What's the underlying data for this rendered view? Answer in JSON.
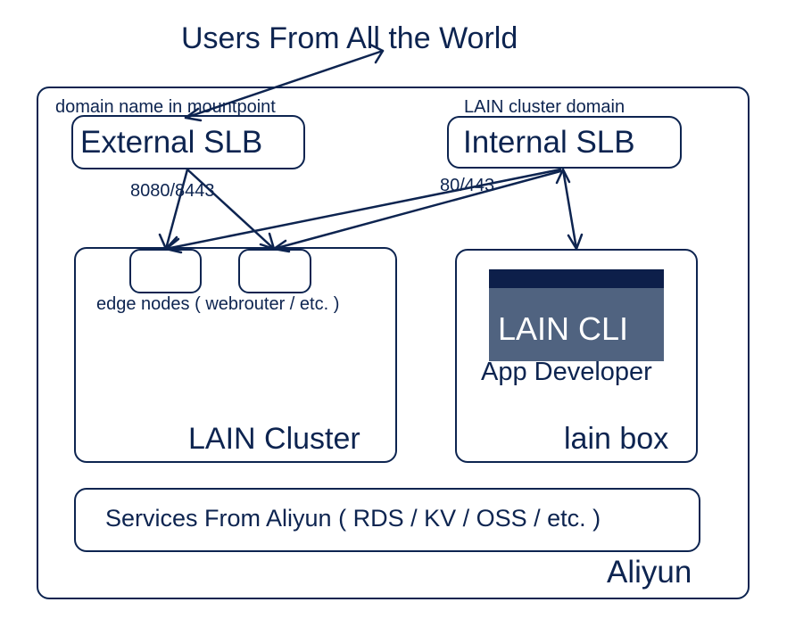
{
  "diagram": {
    "title": "Users From All the World",
    "colors": {
      "stroke": "#0d2450",
      "cli_fill": "#506380",
      "cli_bar": "#0d1f4a",
      "cli_text": "#ffffff"
    },
    "aliyun": {
      "label": "Aliyun"
    },
    "external_slb": {
      "label": "External SLB",
      "annotation": "domain name in mountpoint",
      "ports": "8080/8443"
    },
    "internal_slb": {
      "label": "Internal SLB",
      "annotation": "LAIN cluster domain",
      "ports": "80/443"
    },
    "lain_cluster": {
      "label": "LAIN Cluster",
      "edge_nodes_label": "edge nodes ( webrouter / etc. )"
    },
    "lain_box": {
      "label": "lain box",
      "cli_label": "LAIN CLI",
      "developer_label": "App Developer"
    },
    "services": {
      "label": "Services From Aliyun ( RDS / KV / OSS / etc. )"
    },
    "connections": [
      {
        "from": "Users From All the World",
        "to": "External SLB",
        "direction": "bidirectional"
      },
      {
        "from": "External SLB",
        "to": "edge node 1",
        "direction": "forward"
      },
      {
        "from": "External SLB",
        "to": "edge node 2",
        "direction": "forward"
      },
      {
        "from": "Internal SLB",
        "to": "edge node 1",
        "direction": "forward"
      },
      {
        "from": "Internal SLB",
        "to": "edge node 2",
        "direction": "forward"
      },
      {
        "from": "Internal SLB",
        "to": "lain box",
        "direction": "bidirectional"
      }
    ]
  }
}
